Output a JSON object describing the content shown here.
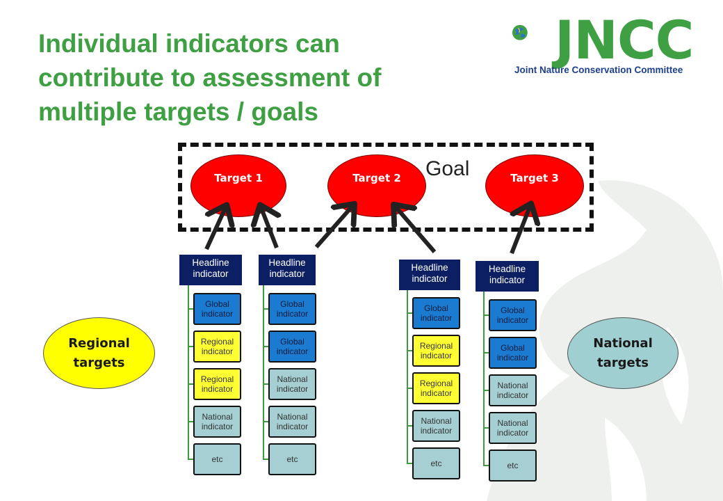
{
  "title": {
    "line1": "Individual indicators can",
    "line2": "contribute to assessment of",
    "line3": "multiple targets / goals"
  },
  "logo": {
    "word": "JNCC",
    "subtitle": "Joint Nature Conservation Committee"
  },
  "goal": {
    "label": "Goal"
  },
  "targets": [
    {
      "label": "Target 1"
    },
    {
      "label": "Target 2"
    },
    {
      "label": "Target 3"
    }
  ],
  "regional_targets": {
    "label": "Regional\ntargets",
    "color": "#ffff00"
  },
  "national_targets": {
    "label": "National\ntargets",
    "color": "#9fcfd0"
  },
  "columns": [
    {
      "headline": "Headline indicator",
      "items": [
        {
          "label": "Global indicator",
          "kind": "global"
        },
        {
          "label": "Regional indicator",
          "kind": "regional"
        },
        {
          "label": "Regional indicator",
          "kind": "regional"
        },
        {
          "label": "National indicator",
          "kind": "national"
        },
        {
          "label": "etc",
          "kind": "etc"
        }
      ]
    },
    {
      "headline": "Headline indicator",
      "items": [
        {
          "label": "Global indicator",
          "kind": "global"
        },
        {
          "label": "Global indicator",
          "kind": "global"
        },
        {
          "label": "National indicator",
          "kind": "national"
        },
        {
          "label": "National indicator",
          "kind": "national"
        },
        {
          "label": "etc",
          "kind": "etc"
        }
      ]
    },
    {
      "headline": "Headline indicator",
      "items": [
        {
          "label": "Global indicator",
          "kind": "global"
        },
        {
          "label": "Regional indicator",
          "kind": "regional"
        },
        {
          "label": "Regional indicator",
          "kind": "regional"
        },
        {
          "label": "National indicator",
          "kind": "national"
        },
        {
          "label": "etc",
          "kind": "etc"
        }
      ]
    },
    {
      "headline": "Headline indicator",
      "items": [
        {
          "label": "Global indicator",
          "kind": "global"
        },
        {
          "label": "Global indicator",
          "kind": "global"
        },
        {
          "label": "National indicator",
          "kind": "national"
        },
        {
          "label": "National indicator",
          "kind": "national"
        },
        {
          "label": "etc",
          "kind": "etc"
        }
      ]
    }
  ],
  "colors": {
    "title_green": "#3ea043",
    "target_red": "#ff0000",
    "headline_navy": "#0c1f63",
    "global_blue": "#1b7bd0",
    "regional_yellow": "#ffff33",
    "national_teal": "#a5cfd2",
    "logo_blue": "#1d3f8f"
  }
}
